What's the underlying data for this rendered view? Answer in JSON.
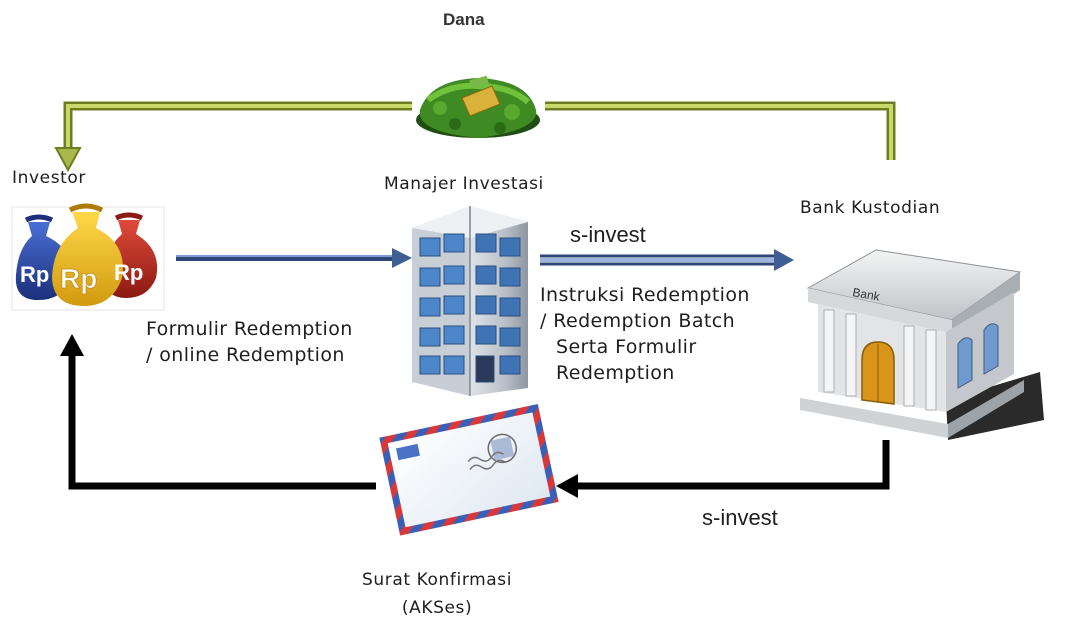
{
  "diagram": {
    "title": "Dana",
    "nodes": {
      "investor": "Investor",
      "manajer_investasi": "Manajer Investasi",
      "bank_kustodian": "Bank Kustodian",
      "bank_sign": "Bank"
    },
    "money_bags": [
      "Rp",
      "Rp",
      "Rp"
    ],
    "edge_labels": {
      "formulir_line1": "Formulir Redemption",
      "formulir_line2": "/ online Redemption",
      "s_invest_top": "s-invest",
      "instruksi_line1": "Instruksi Redemption",
      "instruksi_line2": "/ Redemption Batch",
      "instruksi_line3": "Serta Formulir",
      "instruksi_line4": "Redemption",
      "s_invest_bottom": "s-invest",
      "surat_line1": "Surat Konfirmasi",
      "surat_line2": "(AKSes)"
    },
    "colors": {
      "fund_arrow": "#8a9a3a",
      "submit_arrow": "#3d5f94",
      "confirm_arrow": "#000000"
    }
  }
}
